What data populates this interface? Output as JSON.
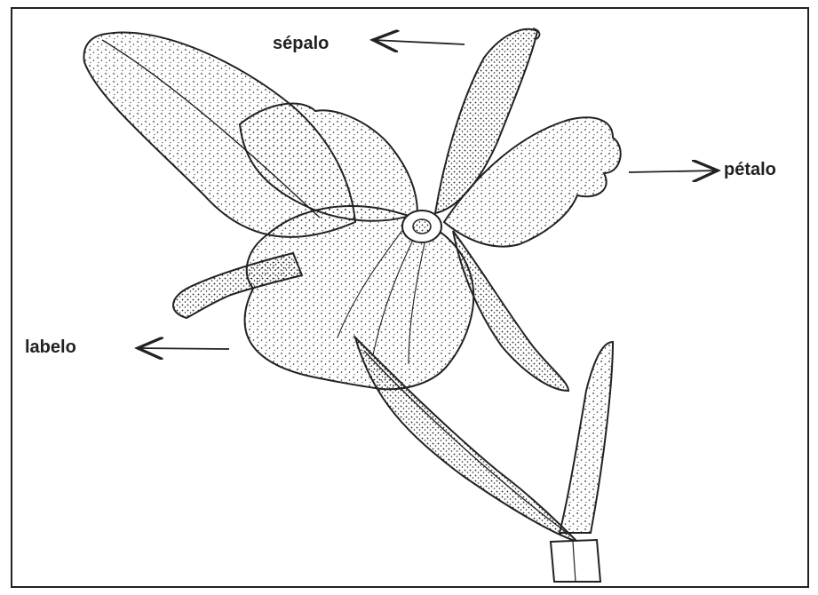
{
  "labels": {
    "sepal": "sépalo",
    "petal": "pétalo",
    "lip": "labelo"
  },
  "colors": {
    "ink": "#222222",
    "background": "#ffffff"
  }
}
